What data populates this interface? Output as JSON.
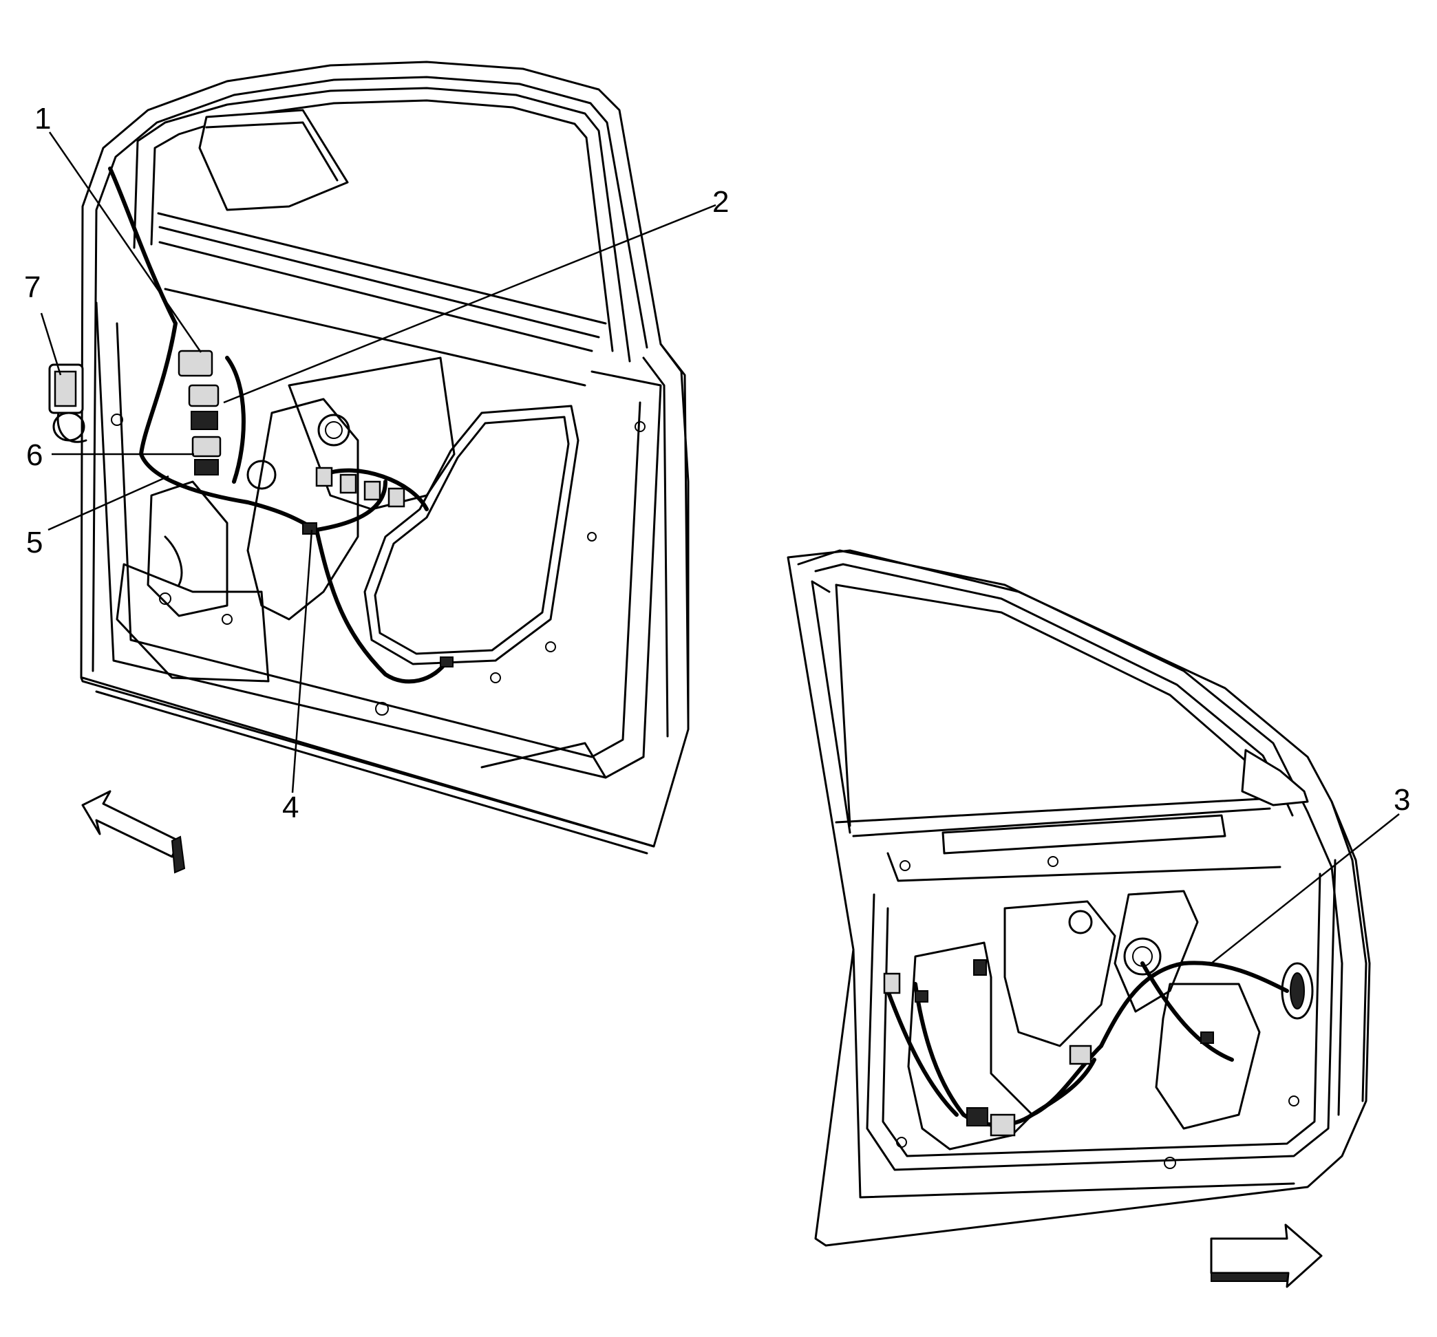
{
  "callouts": [
    {
      "id": "c1",
      "label": "1"
    },
    {
      "id": "c2",
      "label": "2"
    },
    {
      "id": "c3",
      "label": "3"
    },
    {
      "id": "c4",
      "label": "4"
    },
    {
      "id": "c5",
      "label": "5"
    },
    {
      "id": "c6",
      "label": "6"
    },
    {
      "id": "c7",
      "label": "7"
    }
  ],
  "icons": [
    "left-direction-arrow-icon",
    "right-direction-arrow-icon"
  ]
}
